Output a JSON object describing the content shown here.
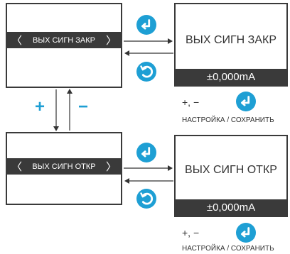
{
  "colors": {
    "accent": "#1e9fd4",
    "frame": "#3a3a3a"
  },
  "blocks": [
    {
      "menu": {
        "chevron_left": "〈",
        "label": "ВЫХ СИГН ЗАКР",
        "chevron_right": "〉"
      },
      "detail": {
        "title": "ВЫХ СИГН ЗАКР",
        "value": "±0,000mA"
      },
      "keys": {
        "plus_minus": "+, −",
        "caption": "НАСТРОЙКА / СОХРАНИТЬ"
      },
      "icons": {
        "enter": "enter-icon",
        "back": "return-icon"
      }
    },
    {
      "menu": {
        "chevron_left": "〈",
        "label": "ВЫХ СИГН ОТКР",
        "chevron_right": "〉"
      },
      "detail": {
        "title": "ВЫХ СИГН ОТКР",
        "value": "±0,000mA"
      },
      "keys": {
        "plus_minus": "+, −",
        "caption": "НАСТРОЙКА / СОХРАНИТЬ"
      },
      "icons": {
        "enter": "enter-icon",
        "back": "return-icon"
      }
    }
  ],
  "navigation": {
    "plus": "+",
    "minus": "−"
  }
}
